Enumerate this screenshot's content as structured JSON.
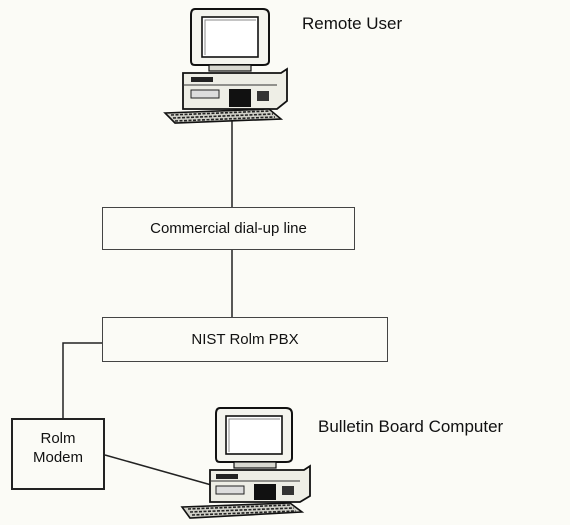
{
  "nodes": {
    "remote_user": {
      "label": "Remote User"
    },
    "dialup": {
      "label": "Commercial dial-up line"
    },
    "pbx": {
      "label": "NIST Rolm PBX"
    },
    "modem": {
      "line1": "Rolm",
      "line2": "Modem"
    },
    "bbs": {
      "label": "Bulletin Board Computer"
    }
  }
}
